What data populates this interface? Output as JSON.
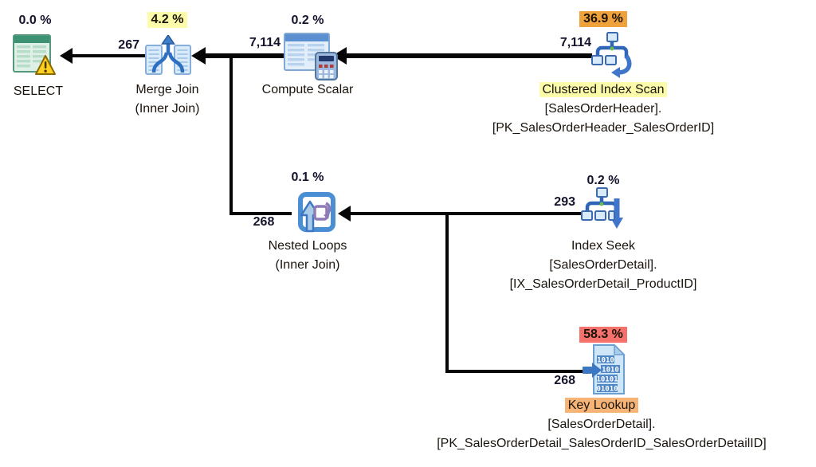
{
  "diagram": {
    "kind": "sql-server-execution-plan",
    "colors": {
      "background": "#ffffff",
      "edge": "#060606",
      "highlight_yellow": "#fbfba9",
      "highlight_orange": "#efa23b",
      "highlight_red": "#f4716c",
      "highlight_peach": "#f6b577"
    },
    "nodes": {
      "select": {
        "icon": "result-grid-warning-icon",
        "pct": "0.0 %",
        "name": "SELECT"
      },
      "merge_join": {
        "icon": "merge-join-icon",
        "pct": "4.2 %",
        "name": "Merge Join",
        "detail1": "(Inner Join)"
      },
      "compute_scalar": {
        "icon": "compute-scalar-icon",
        "pct": "0.2 %",
        "name": "Compute Scalar"
      },
      "clustered_index_scan": {
        "icon": "clustered-index-scan-icon",
        "pct": "36.9 %",
        "name": "Clustered Index Scan",
        "detail1": "[SalesOrderHeader].",
        "detail2": "[PK_SalesOrderHeader_SalesOrderID]"
      },
      "nested_loops": {
        "icon": "nested-loops-icon",
        "pct": "0.1 %",
        "name": "Nested Loops",
        "detail1": "(Inner Join)"
      },
      "index_seek": {
        "icon": "index-seek-icon",
        "pct": "0.2 %",
        "name": "Index Seek",
        "detail1": "[SalesOrderDetail].",
        "detail2": "[IX_SalesOrderDetail_ProductID]"
      },
      "key_lookup": {
        "icon": "key-lookup-icon",
        "pct": "58.3 %",
        "name": "Key Lookup",
        "detail1": "[SalesOrderDetail].",
        "detail2": "[PK_SalesOrderDetail_SalesOrderID_SalesOrderDetailID]",
        "icon_rows": {
          "0": "1010",
          "1": "1010",
          "2": "10101",
          "3": "01010"
        }
      }
    },
    "edges": {
      "merge_join_to_select": {
        "rows": "267"
      },
      "compute_scalar_to_merge_join": {
        "rows": "7,114"
      },
      "clustered_index_scan_to_compute_scalar": {
        "rows": "7,114"
      },
      "nested_loops_to_merge_join": {
        "rows": "268"
      },
      "index_seek_to_nested_loops": {
        "rows": "293"
      },
      "key_lookup_to_nested_loops": {
        "rows": "268"
      }
    }
  }
}
